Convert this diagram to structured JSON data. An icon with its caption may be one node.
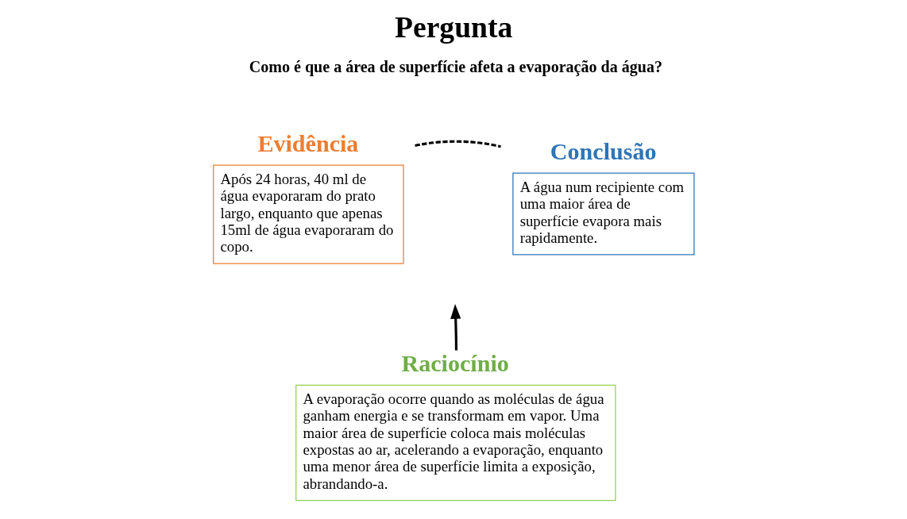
{
  "diagram": {
    "title": "Pergunta",
    "nodes": [
      {
        "text": [
          "Evidência",
          "Após 24 horas, 40 ml de água evaporaram do prato largo, enquanto que apenas 15ml de água evaporaram do copo."
        ]
      },
      {
        "text": [
          "Conclusão",
          "A água num recipiente com uma maior área de superfície evapora mais rapidamente."
        ]
      },
      {
        "text": [
          "Raciocínio",
          "A evaporação ocorre quando as moléculas de água ganham energia e se transformam em vapor. Uma maior área de superfície coloca mais moléculas expostas ao ar, acelerando a evaporação, enquanto uma menor área de superfície limita a exposição, abrandando-a."
        ]
      }
    ],
    "edges": [
      {
        "from": 0,
        "to": 1,
        "arrow": "none",
        "style": "dashed"
      },
      {
        "from": 2,
        "to": null,
        "arrow": "to"
      }
    ],
    "labels": [
      "Como é que a área de superfície afeta a evaporação da água?"
    ]
  }
}
